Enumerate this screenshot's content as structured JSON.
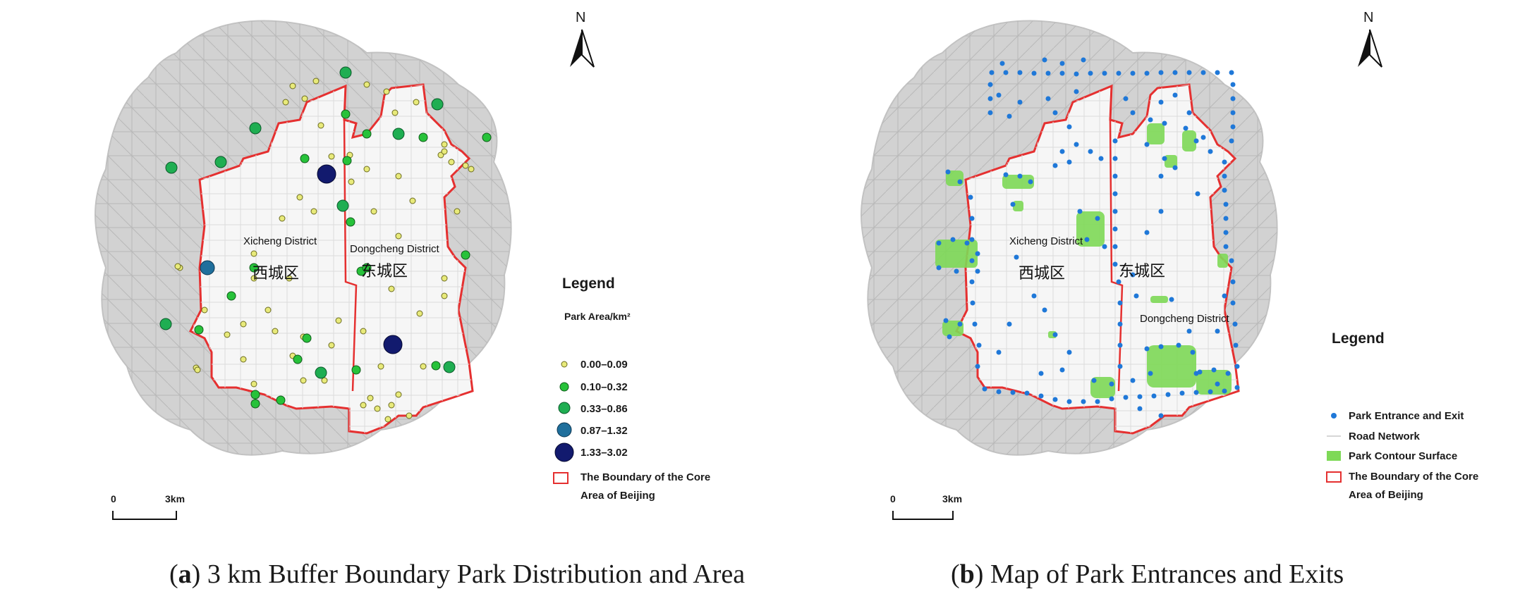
{
  "panel_a": {
    "north_label": "N",
    "district_west_en": "Xicheng District",
    "district_west_cn": "西城区",
    "district_east_en": "Dongcheng District",
    "district_east_cn": "东城区",
    "legend_title": "Legend",
    "legend_subtitle": "Park Area/km²",
    "legend_items": [
      {
        "label": "0.00–0.09",
        "color": "#e8ea7a"
      },
      {
        "label": "0.10–0.32",
        "color": "#27c23a"
      },
      {
        "label": "0.33–0.86",
        "color": "#1fae52"
      },
      {
        "label": "0.87–1.32",
        "color": "#1f6f9c"
      },
      {
        "label": "1.33–3.02",
        "color": "#121a6e"
      }
    ],
    "boundary_label_1": "The Boundary of the Core",
    "boundary_label_2": "Area of Beijing",
    "scale_zero": "0",
    "scale_dist": "3km",
    "caption_letter": "a",
    "caption_text": " 3 km Buffer Boundary Park Distribution and Area"
  },
  "panel_b": {
    "north_label": "N",
    "district_west_en": "Xicheng District",
    "district_west_cn": "西城区",
    "district_east_en": "Dongcheng District",
    "district_east_cn": "东城区",
    "legend_title": "Legend",
    "legend_items": [
      {
        "label": "Park Entrance and Exit"
      },
      {
        "label": "Road Network"
      },
      {
        "label": "Park Contour Surface"
      },
      {
        "label": "The Boundary of the Core"
      },
      {
        "label": "Area of Beijing"
      }
    ],
    "scale_zero": "0",
    "scale_dist": "3km",
    "caption_letter": "b",
    "caption_text": " Map of Park Entrances and Exits"
  },
  "colors": {
    "buffer_fill": "#d2d2d2",
    "core_fill": "#f6f6f6",
    "boundary": "#e53030",
    "entrance_dot": "#1f78d8",
    "park_surface": "#7ed957"
  }
}
